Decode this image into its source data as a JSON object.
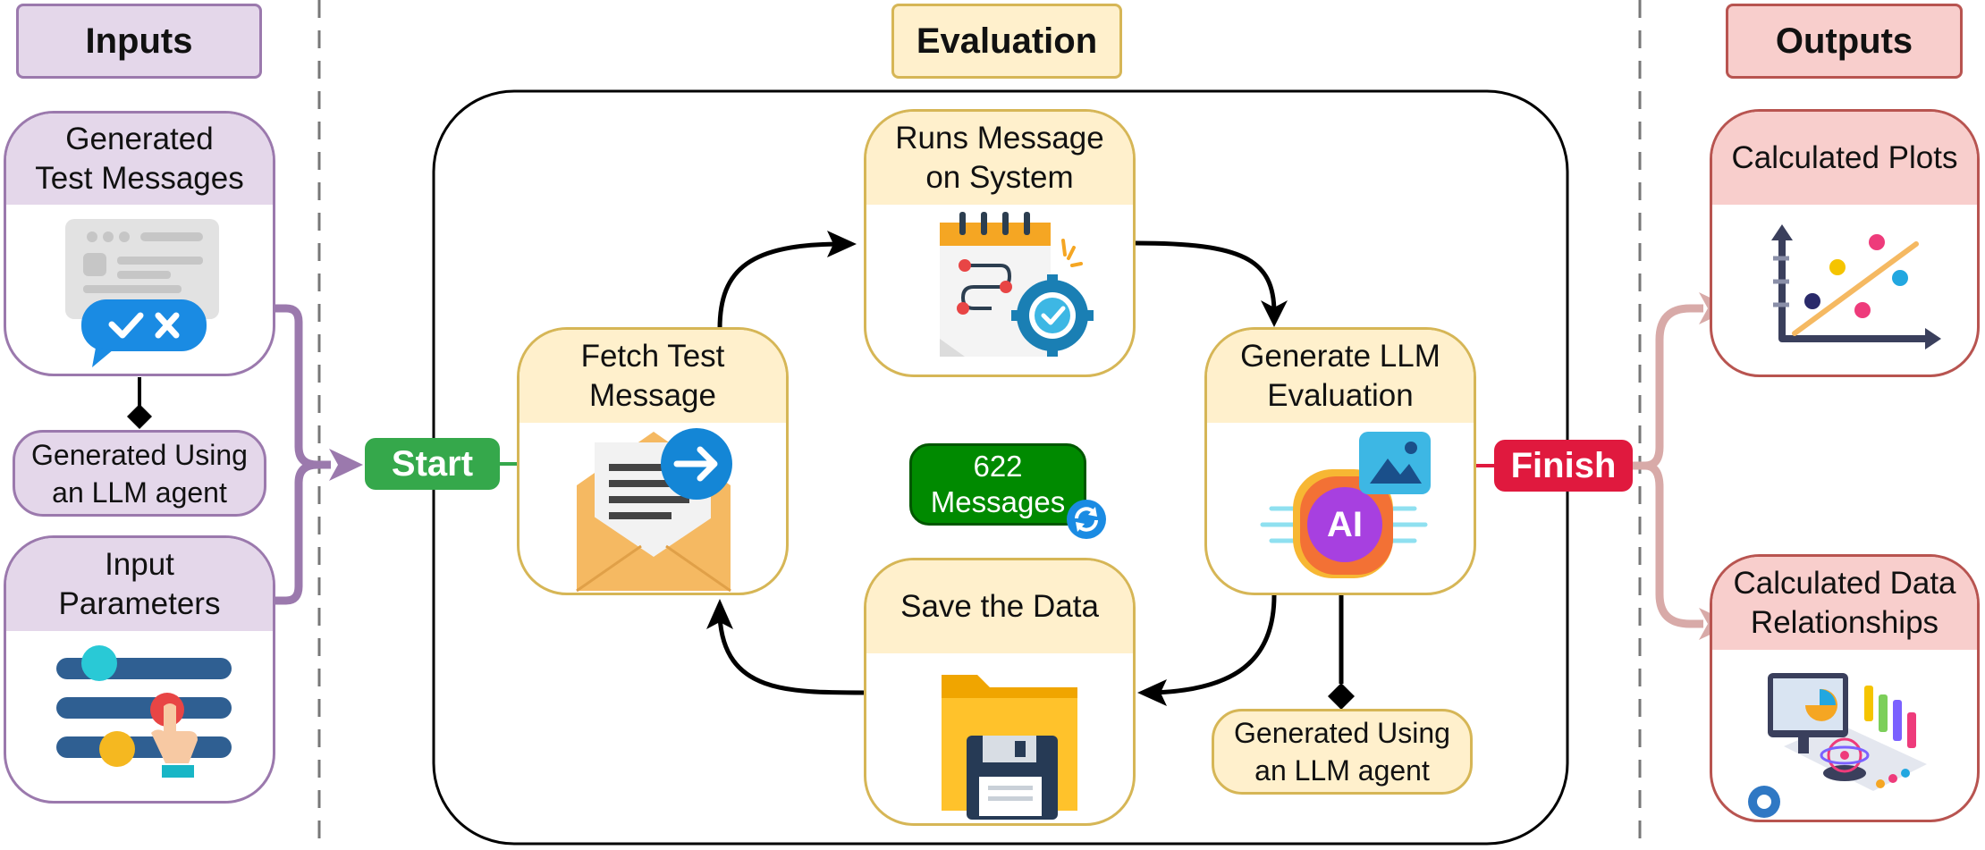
{
  "sections": {
    "inputs": "Inputs",
    "evaluation": "Evaluation",
    "outputs": "Outputs"
  },
  "inputs": {
    "test_messages": "Generated\nTest Messages",
    "test_messages_note": "Generated Using\nan LLM agent",
    "parameters": "Input\nParameters"
  },
  "flow": {
    "start": "Start",
    "finish": "Finish",
    "fetch": "Fetch Test\nMessage",
    "runs": "Runs Message\non System",
    "generate": "Generate LLM\nEvaluation",
    "save": "Save the Data",
    "counter": "622\nMessages",
    "generate_note": "Generated Using\nan LLM agent"
  },
  "outputs": {
    "plots": "Calculated Plots",
    "relationships": "Calculated Data\nRelationships"
  },
  "icons": {
    "test_messages": "chat-checklist-icon",
    "parameters": "sliders-hand-icon",
    "fetch": "envelope-arrow-icon",
    "runs": "calendar-gear-icon",
    "generate": "ai-chip-icon",
    "save": "folder-floppy-icon",
    "counter": "refresh-icon",
    "plots": "scatter-plot-icon",
    "relationships": "analytics-dashboard-icon"
  },
  "colors": {
    "inputs_accent": "#9b79ad",
    "evaluation_accent": "#d6b656",
    "outputs_accent": "#b85450",
    "start": "#35a84b",
    "finish": "#e0193e",
    "counter": "#008a00"
  }
}
